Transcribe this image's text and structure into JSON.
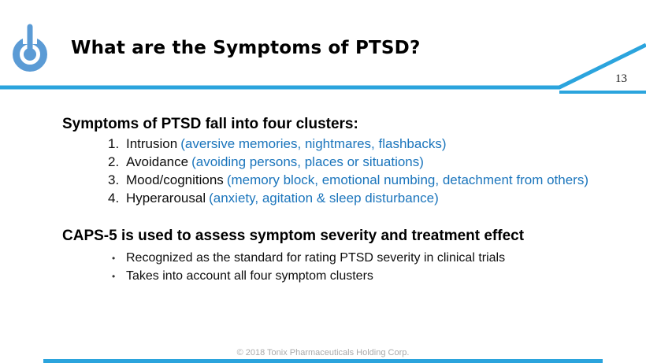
{
  "slide": {
    "title": "What are the Symptoms of PTSD?",
    "page_number": "13",
    "logo": {
      "icon": "power-button-icon"
    },
    "clusters": {
      "heading": "Symptoms of PTSD fall into four clusters:",
      "items": [
        {
          "number": "1.",
          "term": "Intrusion",
          "detail": "(aversive memories, nightmares, flashbacks)"
        },
        {
          "number": "2.",
          "term": "Avoidance",
          "detail": "(avoiding persons, places or situations)"
        },
        {
          "number": "3.",
          "term": "Mood/cognitions",
          "detail": "(memory block, emotional numbing, detachment from others)"
        },
        {
          "number": "4.",
          "term": "Hyperarousal",
          "detail": "(anxiety, agitation & sleep disturbance)"
        }
      ]
    },
    "caps": {
      "heading": "CAPS-5 is used to assess symptom severity and treatment effect",
      "bullet_char": "•",
      "bullets": [
        "Recognized as the standard for rating PTSD severity in clinical trials",
        "Takes into account all four symptom clusters"
      ]
    },
    "footer": "© 2018 Tonix Pharmaceuticals Holding Corp.",
    "colors": {
      "accent_line": "#2BA4DD",
      "logo_blue": "#5B9BD5",
      "detail_text": "#1B75BC",
      "footer_gray": "#A9A9A9"
    }
  }
}
